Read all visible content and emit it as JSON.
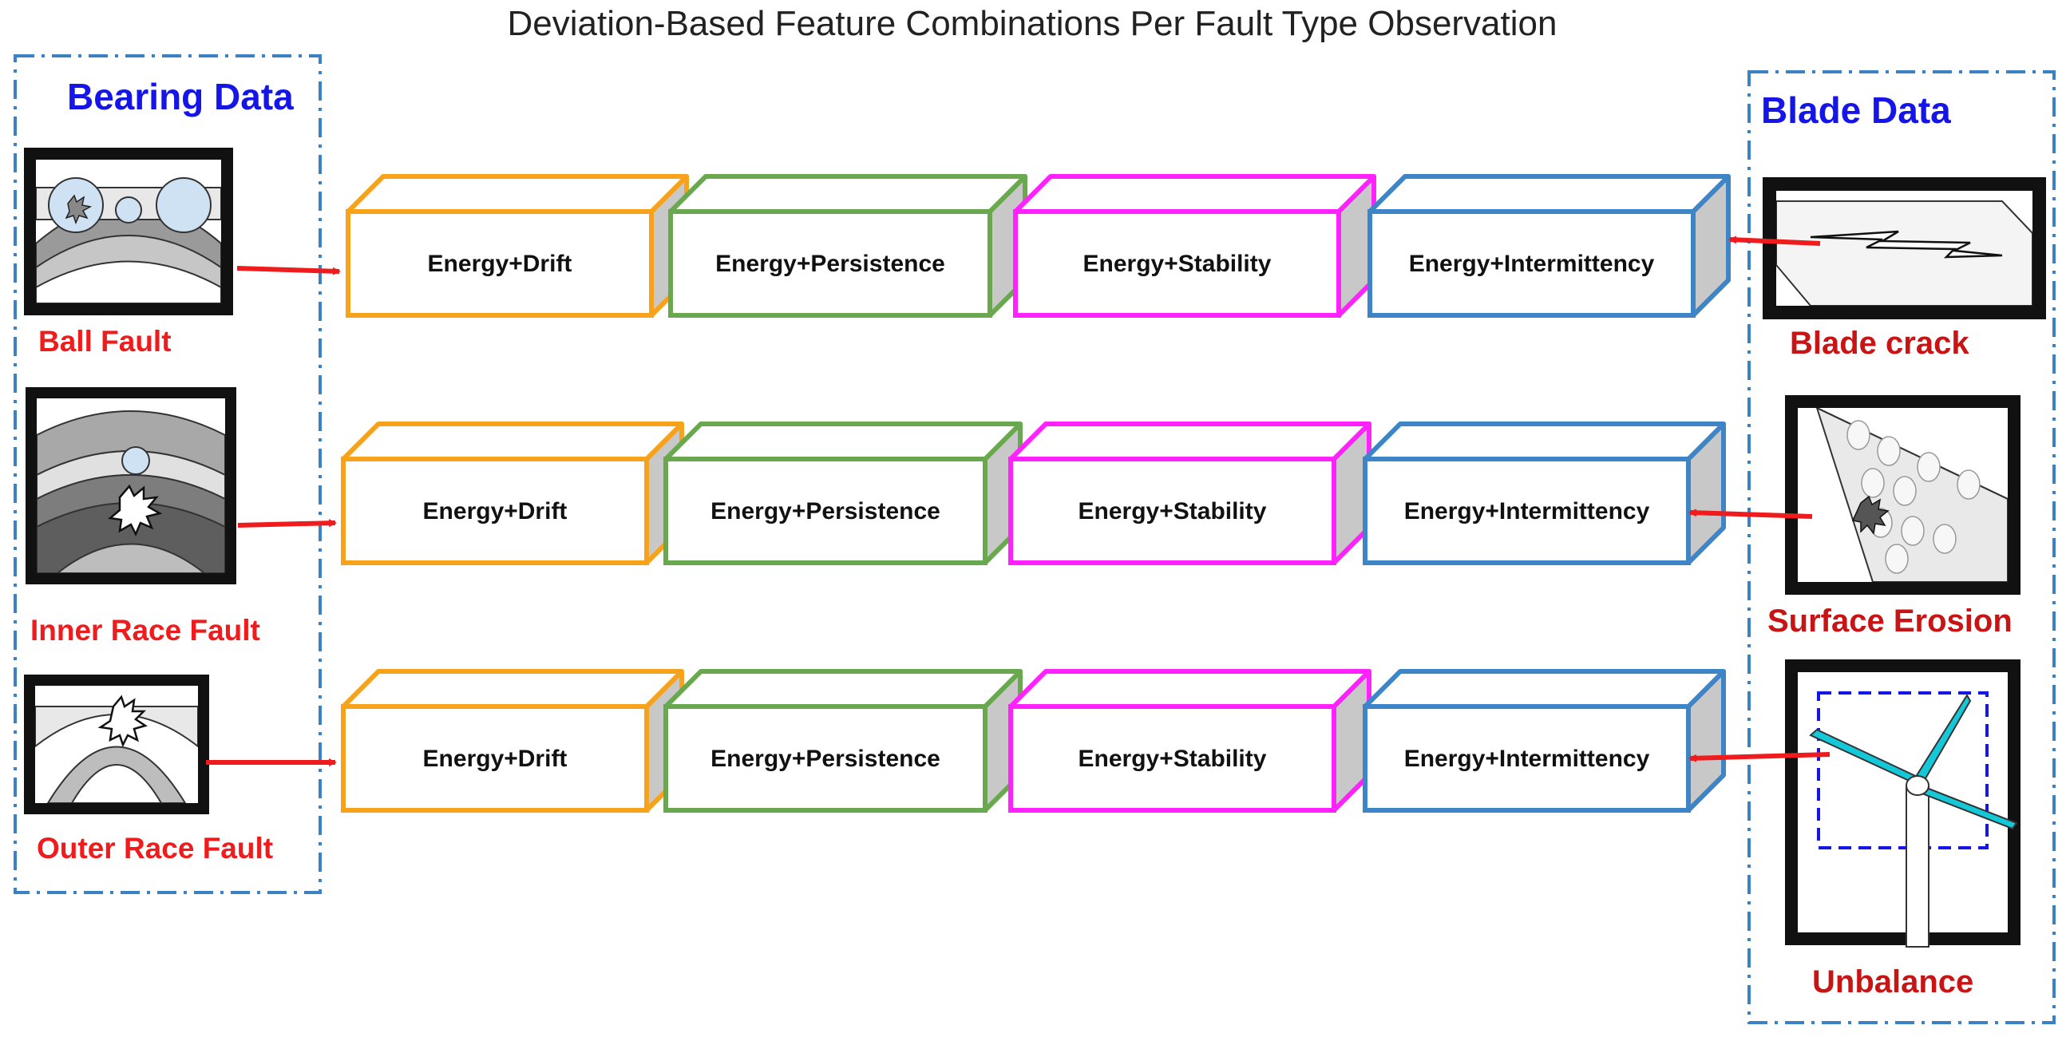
{
  "title": "Deviation-Based Feature Combinations Per Fault Type Observation",
  "colors": {
    "panel_border": "#3b82c4",
    "panel_title": "#1515e8",
    "fault_label_left": "#ee1c1c",
    "fault_label_right": "#c81414",
    "arrow": "#ee1c1c",
    "box_borders": [
      "#f7a21b",
      "#6aa84f",
      "#ff22ff",
      "#3d85c6"
    ],
    "box_side_fill": "#c8c8c8"
  },
  "bearing_panel": {
    "title": "Bearing Data",
    "faults": [
      {
        "label": "Ball  Fault",
        "icon": "ball-fault-icon"
      },
      {
        "label": "Inner Race Fault",
        "icon": "inner-race-fault-icon"
      },
      {
        "label": "Outer Race Fault",
        "icon": "outer-race-fault-icon"
      }
    ]
  },
  "blade_panel": {
    "title": "Blade Data",
    "faults": [
      {
        "label": "Blade crack",
        "icon": "blade-crack-icon"
      },
      {
        "label": "Surface Erosion",
        "icon": "surface-erosion-icon"
      },
      {
        "label": "Unbalance",
        "icon": "wind-turbine-icon"
      }
    ]
  },
  "rows": [
    {
      "boxes": [
        "Energy+Drift",
        "Energy+Persistence",
        "Energy+Stability",
        "Energy+Intermittency"
      ]
    },
    {
      "boxes": [
        "Energy+Drift",
        "Energy+Persistence",
        "Energy+Stability",
        "Energy+Intermittency"
      ]
    },
    {
      "boxes": [
        "Energy+Drift",
        "Energy+Persistence",
        "Energy+Stability",
        "Energy+Intermittency"
      ]
    }
  ]
}
